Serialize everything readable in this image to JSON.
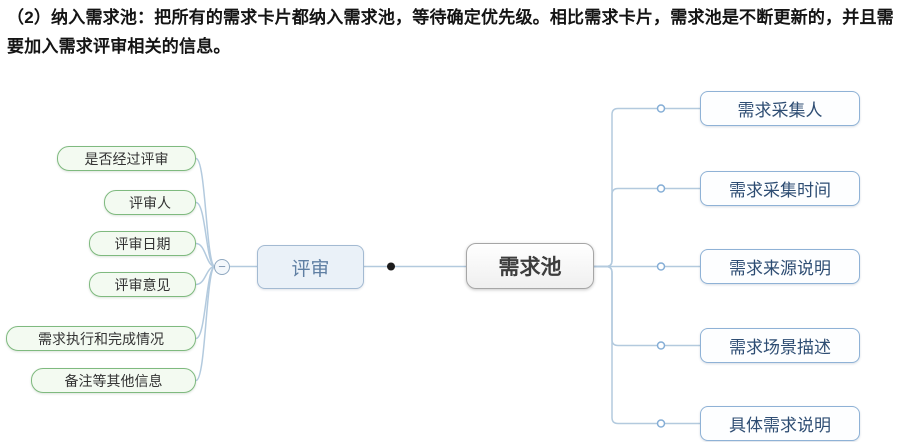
{
  "description": "（2）纳入需求池：把所有的需求卡片都纳入需求池，等待确定优先级。相比需求卡片，需求池是不断更新的，并且需要加入需求评审相关的信息。",
  "mindmap": {
    "root": {
      "label": "需求池"
    },
    "review_branch": {
      "label": "评审"
    },
    "collapse_glyph": "−",
    "review_children": [
      {
        "label": "是否经过评审"
      },
      {
        "label": "评审人"
      },
      {
        "label": "评审日期"
      },
      {
        "label": "评审意见"
      },
      {
        "label": "需求执行和完成情况"
      },
      {
        "label": "备注等其他信息"
      }
    ],
    "pool_children": [
      {
        "label": "需求采集人"
      },
      {
        "label": "需求采集时间"
      },
      {
        "label": "需求来源说明"
      },
      {
        "label": "需求场景描述"
      },
      {
        "label": "具体需求说明"
      }
    ]
  },
  "colors": {
    "green_node_border": "#7fba7f",
    "blue_node_border": "#8fb2d6",
    "review_node_fill": "#eaf1f8",
    "root_node_border": "#a6a6a6",
    "connector_line": "#b3cade",
    "junction_dot": "#1c1c1c"
  }
}
